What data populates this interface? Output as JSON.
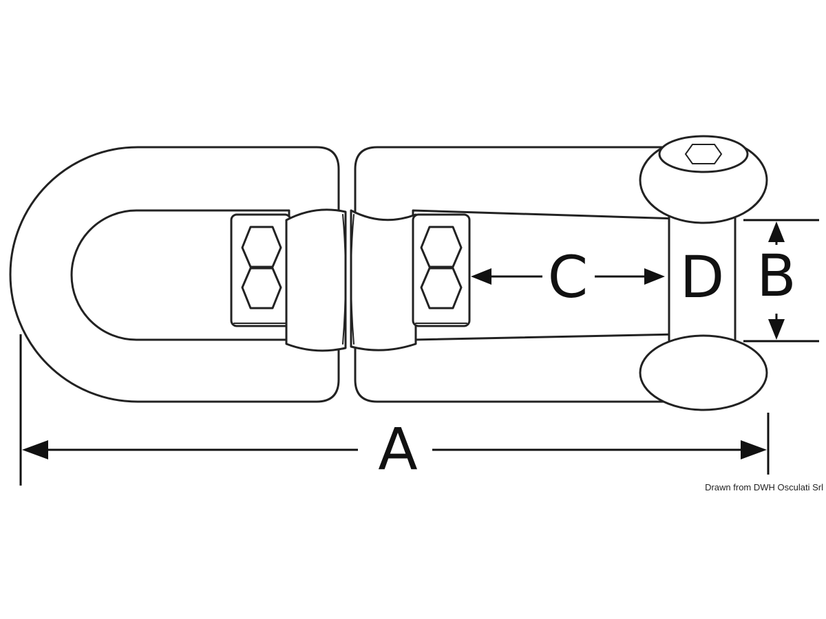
{
  "diagram": {
    "labels": {
      "a": "A",
      "b": "B",
      "c": "C",
      "d": "D"
    },
    "credit": "Drawn from DWH Osculati Srl",
    "colors": {
      "line": "#222222",
      "background": "#ffffff"
    }
  }
}
